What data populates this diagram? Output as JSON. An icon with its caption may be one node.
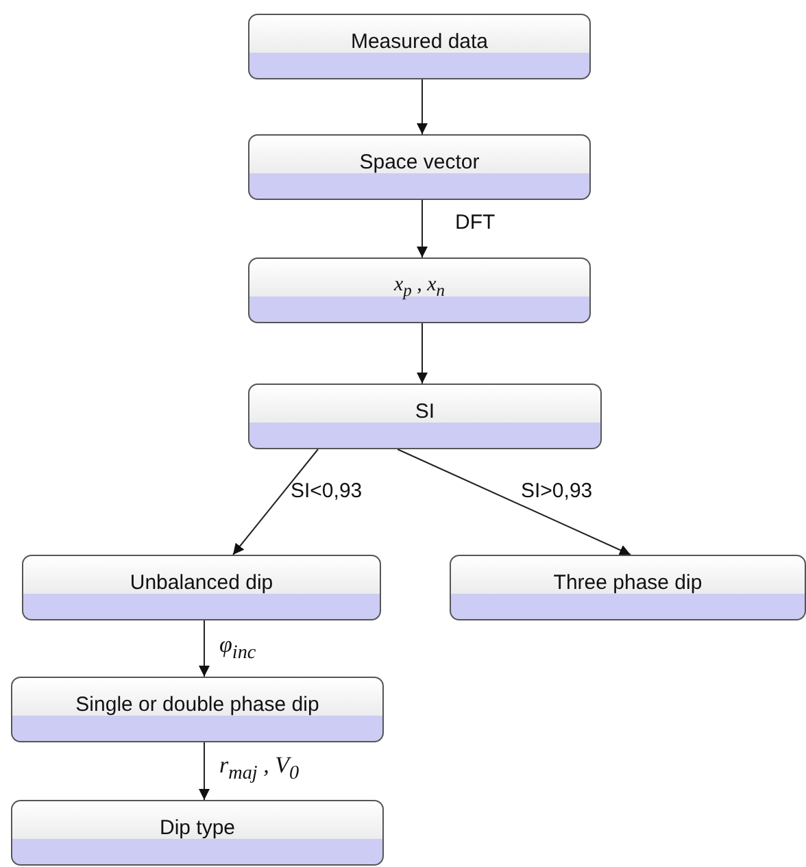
{
  "diagram": {
    "nodes": [
      {
        "text": [
          "Measured data"
        ]
      },
      {
        "text": [
          "Space vector"
        ]
      },
      {
        "text": [
          "x$_{p}$  ,  x$_{n}$"
        ]
      },
      {
        "text": [
          "SI"
        ]
      },
      {
        "text": [
          "Unbalanced dip"
        ]
      },
      {
        "text": [
          "Three phase dip"
        ]
      },
      {
        "text": [
          "Single or double phase dip"
        ]
      },
      {
        "text": [
          "Dip type"
        ]
      }
    ],
    "edges": [
      {
        "from": 0,
        "to": 1,
        "arrow": "to"
      },
      {
        "from": 1,
        "to": 2,
        "arrow": "to",
        "label": "DFT"
      },
      {
        "from": 2,
        "to": 3,
        "arrow": "to"
      },
      {
        "from": 3,
        "to": 4,
        "arrow": "to",
        "label": "SI<0,93"
      },
      {
        "from": 3,
        "to": 5,
        "arrow": "to",
        "label": "SI>0,93"
      },
      {
        "from": 4,
        "to": 6,
        "arrow": "to",
        "label": "φ$_{inc}$"
      },
      {
        "from": 6,
        "to": 7,
        "arrow": "to",
        "label": "r$_{maj}$ ,  V$_{0}$"
      }
    ]
  }
}
